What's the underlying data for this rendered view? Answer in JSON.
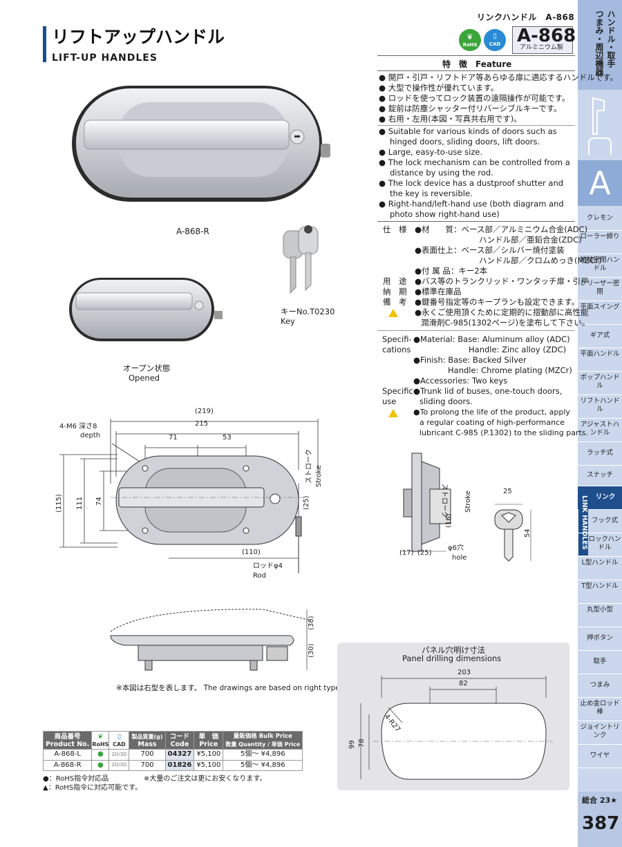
{
  "header": {
    "top_label": "リンクハンドル　A-868",
    "title_jp": "リフトアップハンドル",
    "title_en": "LIFT-UP  HANDLES",
    "product_code": "A-868",
    "material_label": "アルミニウム製",
    "rohs_badge": "RoHS",
    "cad_badge": "CAD"
  },
  "sidebar": {
    "category_jp": "ハンドル・取手\nつまみ・周辺機器",
    "category_letter": "A",
    "vertical_en": "LINK HANDLES",
    "items": [
      "クレモン",
      "ローラー締り",
      "特装密閉ハンドル",
      "フリーザー密閉",
      "平面スイング",
      "ギア式",
      "平面ハンドル",
      "ポップハンドル",
      "リフトハンドル",
      "アジャストハンドル",
      "ラッチ式",
      "スナッチ",
      "リンク",
      "フック式",
      "ロックハンドル",
      "L型ハンドル",
      "T型ハンドル",
      "丸型小型",
      "押ボタン",
      "取手",
      "つまみ",
      "止め金ロッド棒",
      "ジョイントリンク",
      "ワイヤ"
    ],
    "total_label": "総合 23★",
    "page_number": "387"
  },
  "features": {
    "heading": "特　徴　Feature",
    "jp": [
      "開戸・引戸・リフトドア等あらゆる扉に適応するハンドルです。",
      "大型で操作性が優れています。",
      "ロッドを使ってロック装置の遠隔操作が可能です。",
      "錠前は防塵シャッター付リバーシブルキーです。",
      "右用・左用(本図・写真共右用です)。"
    ],
    "en": [
      "Suitable for various kinds of doors such as",
      "hinged doors, sliding doors, lift doors.",
      "Large, easy-to-use size.",
      "The lock mechanism can be controlled from a",
      "distance by using the rod.",
      "The lock device has a dustproof shutter and",
      "the key is reversible.",
      "Right-hand/left-hand use (both diagram and",
      "photo show right-hand use)"
    ]
  },
  "specs_jp": {
    "label_spec": "仕　様",
    "material": "●材　　質：ベース部／アルミニウム合金(ADC)",
    "material2": "ハンドル部／亜鉛合金(ZDC)",
    "finish": "●表面仕上：ベース部／シルバー焼付塗装",
    "finish2": "ハンドル部／クロムめっき(MZCr)",
    "accessory": "●付 属 品：キー2本",
    "label_use": "用　途",
    "use": "●バス等のトランクリッド・ワンタッチ扉・引戸",
    "label_delivery": "納　期",
    "delivery": "●標準在庫品",
    "label_notes": "備　考",
    "notes1": "●鍵番号指定等のキープランも設定できます。",
    "notes2": "●永くご使用頂くために定期的に摺動部に高性能",
    "notes3": "潤滑剤C-985(1302ページ)を塗布して下さい。"
  },
  "specs_en": {
    "label_spec": "Specifi-\ncations",
    "material": "●Material: Base: Aluminum alloy (ADC)",
    "material2": "Handle: Zinc alloy (ZDC)",
    "finish": "●Finish: Base: Backed Silver",
    "finish2": "Handle: Chrome plating (MZCr)",
    "accessory": "●Accessories: Two keys",
    "label_use": "Specific-\nuse",
    "use1": "●Trunk lid of buses, one-touch doors,",
    "use2": "sliding doors.",
    "note1": "●To prolong the life of the product, apply",
    "note2": "a regular coating of high-performance",
    "note3": "lubricant C-985 (P.1302) to the sliding parts."
  },
  "photos": {
    "main_caption": "A-868-R",
    "key_caption_jp": "キーNo.T0230",
    "key_caption_en": "Key",
    "open_caption_jp": "オープン状態",
    "open_caption_en": "Opened"
  },
  "drawing": {
    "d219": "(219)",
    "d215": "215",
    "d71": "71",
    "d53": "53",
    "m6_jp": "4-M6 深さ8",
    "m6_en": "depth",
    "d115": "(115)",
    "d111": "111",
    "d74": "74",
    "d25": "(25)",
    "stroke_jp": "ストローク",
    "stroke_en": "Stroke",
    "d110": "(110)",
    "rod_jp": "ロッドφ4",
    "rod_en": "Rod",
    "d38": "(38)",
    "d30": "(30)",
    "side_stroke_jp": "ストローク",
    "side_stroke_en": "Stroke",
    "d16": "(16)",
    "d17": "(17)",
    "d25b": "(25)",
    "hole_jp": "φ6穴",
    "hole_en": "hole",
    "key25": "25",
    "key54": "54",
    "note": "※本図は右型を表します。 The drawings are based on right type."
  },
  "panel": {
    "title_jp": "パネル穴明け寸法",
    "title_en": "Panel drilling dimensions",
    "d203": "203",
    "d82": "82",
    "r27": "4-R27",
    "d99": "99",
    "d78": "78"
  },
  "table": {
    "headers": [
      {
        "jp": "商品番号",
        "en": "Product No."
      },
      {
        "jp": "",
        "en": "RoHS"
      },
      {
        "jp": "",
        "en": "CAD"
      },
      {
        "jp": "製品質量(g)",
        "en": "Mass"
      },
      {
        "jp": "コード",
        "en": "Code"
      },
      {
        "jp": "単　価",
        "en": "Price"
      },
      {
        "jp": "量販価格 Bulk Price",
        "en": "数量 Quantity / 単価 Price"
      }
    ],
    "rows": [
      {
        "product": "A-868-L",
        "cad": "2D/3D",
        "mass": "700",
        "code": "04327",
        "price": "¥5,100",
        "qty": "5個～",
        "bulk": "¥4,896"
      },
      {
        "product": "A-868-R",
        "cad": "2D/3D",
        "mass": "700",
        "code": "01826",
        "price": "¥5,100",
        "qty": "5個～",
        "bulk": "¥4,896"
      }
    ],
    "legend1": "●：RoHS指令対応品",
    "legend2": "▲：RoHS指令に対応可能です。",
    "bulk_note": "※大量のご注文は更にお安くなります。"
  },
  "colors": {
    "accent": "#1f4e8c",
    "sidebar": "#cad7ec",
    "rohs": "#3aa53a",
    "cad": "#2a8ad4"
  }
}
